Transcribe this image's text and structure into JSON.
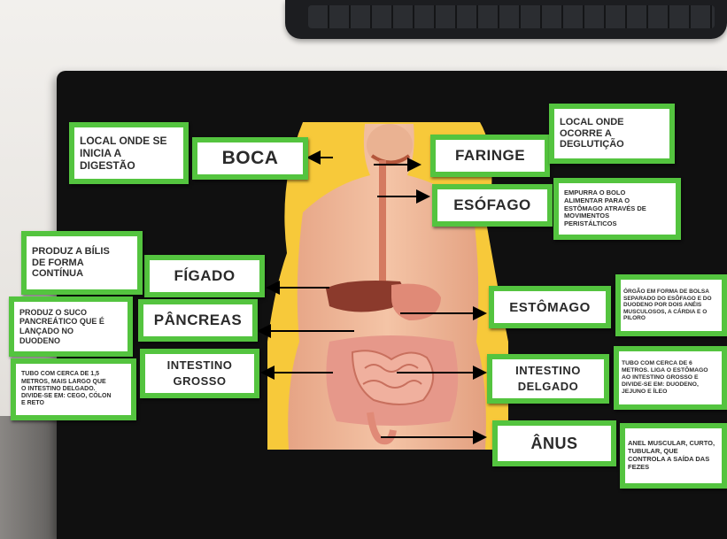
{
  "organs": {
    "boca": "BOCA",
    "faringe": "FARINGE",
    "esofago": "ESÓFAGO",
    "figado": "FÍGADO",
    "pancreas": "PÂNCREAS",
    "intestino_grosso": "INTESTINO\nGROSSO",
    "estomago": "ESTÔMAGO",
    "intestino_delgado": "INTESTINO\nDELGADO",
    "anus": "ÂNUS"
  },
  "descriptions": {
    "boca": "LOCAL ONDE SE\nINICIA A\nDIGESTÃO",
    "faringe": "LOCAL ONDE\nOCORRE A\nDEGLUTIÇÃO",
    "esofago": "EMPURRA O BOLO\nALIMENTAR PARA O\nESTÔMAGO ATRAVÉS DE\nMOVIMENTOS\nPERISTÁLTICOS",
    "figado": "PRODUZ A BÍLIS\nDE FORMA\nCONTÍNUA",
    "pancreas": "PRODUZ O SUCO\nPANCREÁTICO QUE É\nLANÇADO NO\nDUODENO",
    "intestino_grosso": "TUBO COM CERCA DE 1,5\nMETROS, MAIS LARGO QUE\nO INTESTINO DELGADO.\nDIVIDE-SE EM: CEGO, CÓLON\nE RETO",
    "estomago": "ÓRGÃO EM FORMA DE BOLSA\nSEPARADO DO ESÔFAGO E DO\nDUODENO POR DOIS ANÉIS\nMUSCULOSOS, A CÁRDIA E O\nPILORO",
    "intestino_delgado": "TUBO COM CERCA DE 6\nMETROS. LIGA O ESTÔMAGO\nAO INTESTINO GROSSO E\nDIVIDE-SE EM: DUODENO,\nJEJUNO E ÍLEO",
    "anus": "ANEL MUSCULAR, CURTO,\nTUBULAR, QUE\nCONTROLA A SAÍDA DAS\nFEZES"
  },
  "colors": {
    "card_border": "#54c43f",
    "board": "#101010",
    "poster_background": "#f7c93a"
  }
}
